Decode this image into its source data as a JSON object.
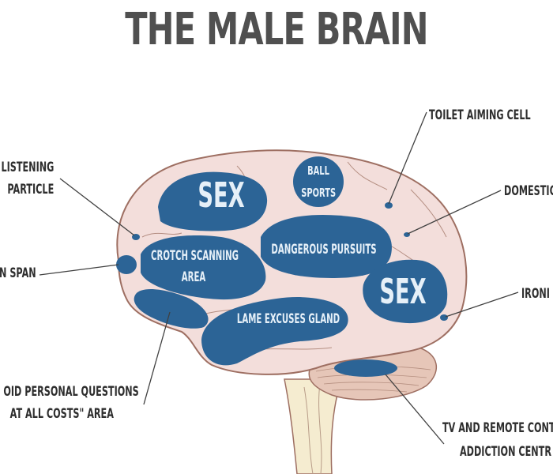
{
  "title": "THE MALE BRAIN",
  "colors": {
    "region_fill": "#2c6496",
    "brain_fill": "#f3dedb",
    "brain_outline": "#9e6f62",
    "cerebellum_fill": "#e6c6b8",
    "stem_fill": "#f5ecd0",
    "label_text": "#2e2e2e",
    "leader_line": "#404040",
    "region_text": "#e6f0f8"
  },
  "external_labels": {
    "listening": [
      "LISTENING",
      "PARTICLE"
    ],
    "attention": "N SPAN",
    "avoid": [
      "OID PERSONAL QUESTIONS",
      "AT ALL COSTS\" AREA"
    ],
    "toilet": "TOILET AIMING CELL",
    "domestic": "DOMESTIC",
    "irony": "IRONI",
    "tv": [
      "TV AND REMOTE CONT",
      "ADDICTION CENTR"
    ]
  },
  "regions": {
    "sex_front": "SEX",
    "ball_sports": [
      "BALL",
      "SPORTS"
    ],
    "crotch": [
      "CROTCH SCANNING",
      "AREA"
    ],
    "dangerous": "DANGEROUS PURSUITS",
    "sex_back": "SEX",
    "lame_excuses": "LAME EXCUSES GLAND"
  }
}
